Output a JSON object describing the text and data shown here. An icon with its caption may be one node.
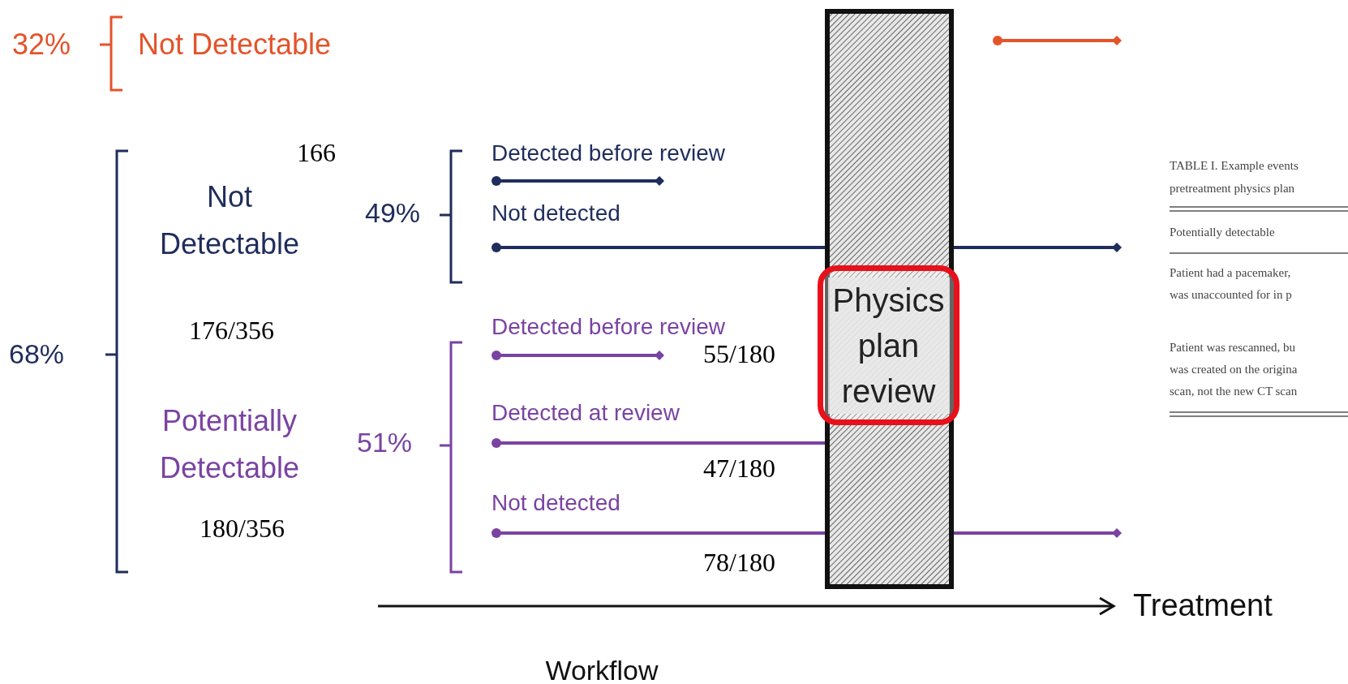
{
  "diagram": {
    "nodes": [
      {
        "text": [],
        "shape": "bar"
      },
      {
        "text": [
          "Physics plan review"
        ]
      }
    ],
    "labels": [
      "32%",
      "Not Detectable",
      "166",
      "Detected before review",
      "Not Detectable",
      "49%",
      "Not detected",
      "176/356",
      "Detected before review",
      "68%",
      "55/180",
      "Detected at review",
      "Potentially Detectable",
      "51%",
      "47/180",
      "Not detected",
      "180/356",
      "78/180",
      "Treatment",
      "Workflow",
      "TABLE I. Example events",
      "pretreatment physics plan",
      "Potentially detectable",
      "Patient had a pacemaker,",
      "was unaccounted for in p",
      "Patient was rescanned, bu",
      "was created on the origina",
      "scan, not the new CT scan"
    ]
  }
}
